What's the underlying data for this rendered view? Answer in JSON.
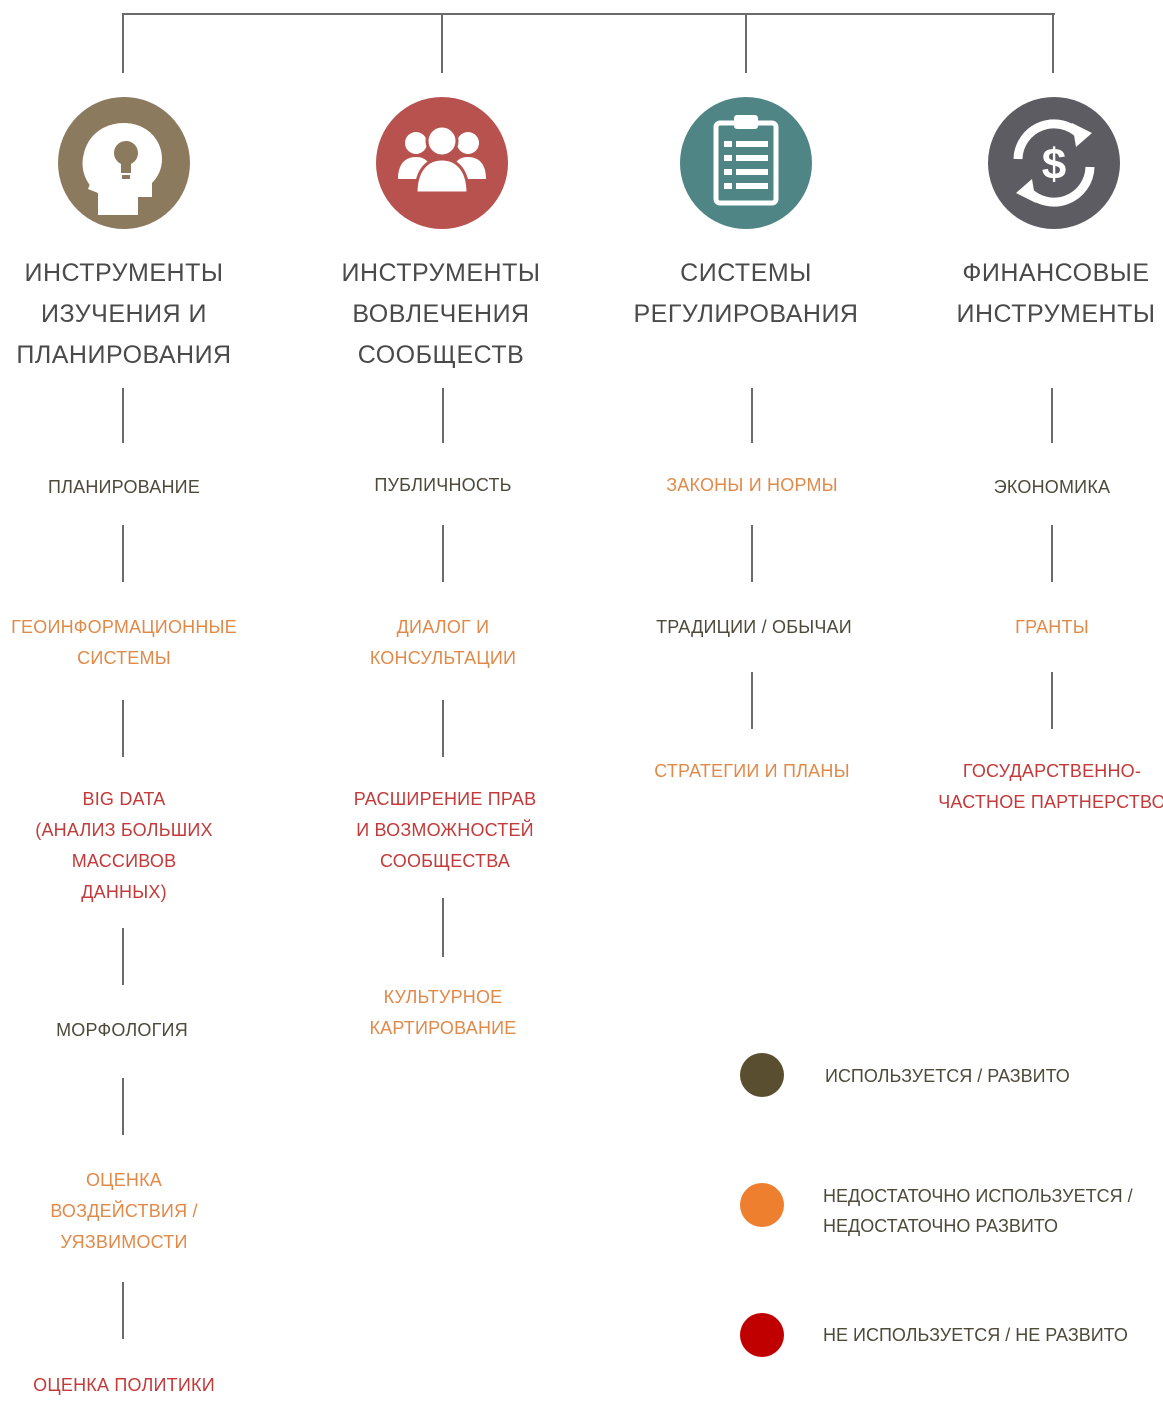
{
  "colors": {
    "used": "#5a4e30",
    "partial": "#ee7f2f",
    "not_used": "#c00000",
    "icon_col1": "#8b7a5e",
    "icon_col2": "#b7524e",
    "icon_col3": "#4f8585",
    "icon_col4": "#5d5c62"
  },
  "columns": [
    {
      "icon": "head-lightbulb-icon",
      "title": [
        "ИНСТРУМЕНТЫ",
        "ИЗУЧЕНИЯ И",
        "ПЛАНИРОВАНИЯ"
      ],
      "items": [
        {
          "lines": [
            "ПЛАНИРОВАНИЕ"
          ],
          "status": "used"
        },
        {
          "lines": [
            "ГЕОИНФОРМАЦИОННЫЕ",
            "СИСТЕМЫ"
          ],
          "status": "partial"
        },
        {
          "lines": [
            "BIG DATA",
            "(АНАЛИЗ БОЛЬШИХ",
            "МАССИВОВ",
            "ДАННЫХ)"
          ],
          "status": "not_used"
        },
        {
          "lines": [
            "МОРФОЛОГИЯ"
          ],
          "status": "used"
        },
        {
          "lines": [
            "ОЦЕНКА",
            "ВОЗДЕЙСТВИЯ /",
            "УЯЗВИМОСТИ"
          ],
          "status": "partial"
        },
        {
          "lines": [
            "ОЦЕНКА ПОЛИТИКИ"
          ],
          "status": "not_used"
        }
      ]
    },
    {
      "icon": "people-group-icon",
      "title": [
        "ИНСТРУМЕНТЫ",
        "ВОВЛЕЧЕНИЯ",
        "СООБЩЕСТВ"
      ],
      "items": [
        {
          "lines": [
            "ПУБЛИЧНОСТЬ"
          ],
          "status": "used"
        },
        {
          "lines": [
            "ДИАЛОГ И",
            "КОНСУЛЬТАЦИИ"
          ],
          "status": "partial"
        },
        {
          "lines": [
            "РАСШИРЕНИЕ ПРАВ",
            "И ВОЗМОЖНОСТЕЙ",
            "СООБЩЕСТВА"
          ],
          "status": "not_used"
        },
        {
          "lines": [
            "КУЛЬТУРНОЕ",
            "КАРТИРОВАНИЕ"
          ],
          "status": "partial"
        }
      ]
    },
    {
      "icon": "clipboard-checklist-icon",
      "title": [
        "СИСТЕМЫ",
        "РЕГУЛИРОВАНИЯ"
      ],
      "items": [
        {
          "lines": [
            "ЗАКОНЫ И НОРМЫ"
          ],
          "status": "partial"
        },
        {
          "lines": [
            "ТРАДИЦИИ / ОБЫЧАИ"
          ],
          "status": "used"
        },
        {
          "lines": [
            "СТРАТЕГИИ И ПЛАНЫ"
          ],
          "status": "partial"
        }
      ]
    },
    {
      "icon": "dollar-cycle-icon",
      "title": [
        "ФИНАНСОВЫЕ",
        "ИНСТРУМЕНТЫ"
      ],
      "items": [
        {
          "lines": [
            "ЭКОНОМИКА"
          ],
          "status": "used"
        },
        {
          "lines": [
            "ГРАНТЫ"
          ],
          "status": "partial"
        },
        {
          "lines": [
            "ГОСУДАРСТВЕННО-",
            "ЧАСТНОЕ ПАРТНЕРСТВО"
          ],
          "status": "not_used"
        }
      ]
    }
  ],
  "legend": [
    {
      "status": "used",
      "label": [
        "ИСПОЛЬЗУЕТСЯ / РАЗВИТО"
      ]
    },
    {
      "status": "partial",
      "label": [
        "НЕДОСТАТОЧНО ИСПОЛЬЗУЕТСЯ /",
        "НЕДОСТАТОЧНО РАЗВИТО"
      ]
    },
    {
      "status": "not_used",
      "label": [
        "НЕ ИСПОЛЬЗУЕТСЯ / НЕ РАЗВИТО"
      ]
    }
  ]
}
